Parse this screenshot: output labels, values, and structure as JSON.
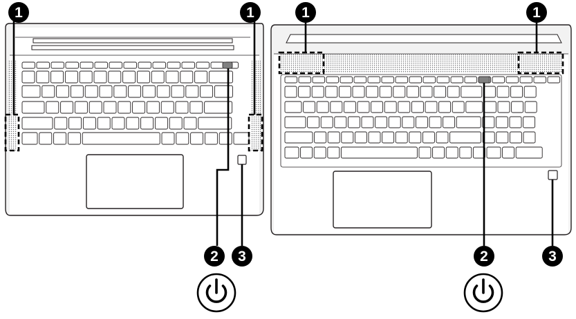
{
  "callouts": {
    "speakers": "1",
    "power_button": "2",
    "fingerprint_reader": "3"
  },
  "icons": {
    "power_symbol": "power-icon"
  },
  "colors": {
    "line": "#231f20",
    "body_fill": "#ffffff",
    "body_shade": "#f2f2f2",
    "key_highlight": "#808080",
    "callout_bg": "#000000",
    "callout_text": "#ffffff"
  }
}
